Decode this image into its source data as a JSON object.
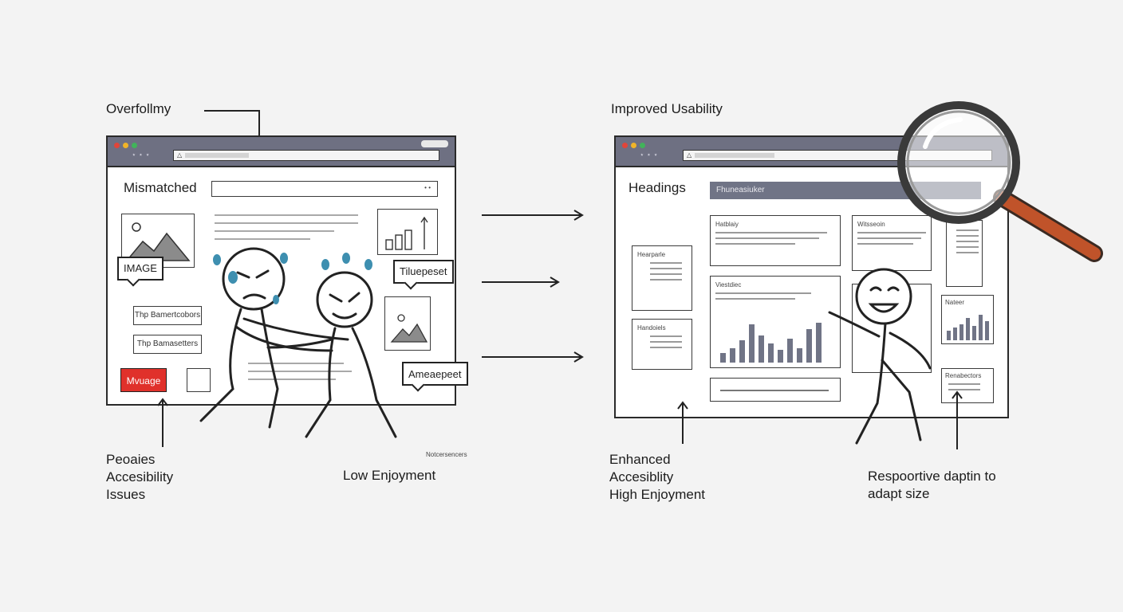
{
  "left_panel": {
    "top_label": "Overfollmy",
    "heading": "Mismatched",
    "image_callout": "IMAGE",
    "button_1": "Thp Bamertcobors",
    "button_2": "Thp Bamasetters",
    "red_button": "Mvuage",
    "chart_callout": "Tiluepeset",
    "bottom_callout": "Ameaepeet",
    "footer_tiny": "Notcersencers",
    "bottom_left_label": [
      "Peoaies",
      "Accesibility",
      "Issues"
    ],
    "bottom_center_label": "Low Enjoyment"
  },
  "right_panel": {
    "top_label": "Improved Usability",
    "heading": "Headings",
    "header_bar_text": "Fhuneasiuker",
    "card_1_title": "Hatblaiy",
    "card_2_title": "Witsseoin",
    "card_3_title": "Viestdiec",
    "side_card_1_title": "Hearparle",
    "side_card_2_title": "Handoiels",
    "mini_chart_title": "Nateer",
    "mini_card_title": "Renabectors",
    "bottom_left_label": [
      "Enhanced",
      "Accesiblity",
      "High Enjoyment"
    ],
    "bottom_right_label": [
      "Respoortive daptin to",
      "adapt size"
    ]
  },
  "colors": {
    "window_titlebar": "#6e7082",
    "red_button": "#e0312b",
    "bar_fill": "#707486",
    "magnifier_handle": "#c0532a",
    "character_sweat": "#3e8fb0"
  },
  "icons": [
    "image-icon",
    "mountain-icon",
    "magnifier-icon",
    "arrow-right-icon",
    "arrow-up-icon",
    "bar-chart-icon"
  ]
}
